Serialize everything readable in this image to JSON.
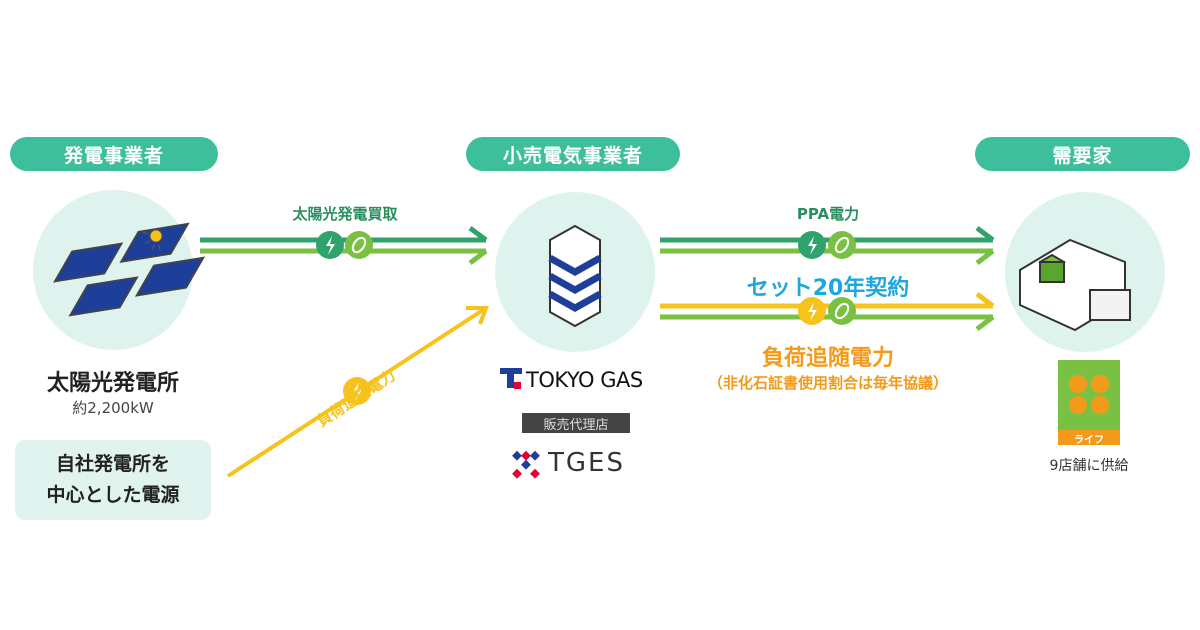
{
  "headers": {
    "generator": "発電事業者",
    "retailer": "小売電気事業者",
    "consumer": "需要家"
  },
  "solar": {
    "name": "太陽光発電所",
    "capacity": "約2,200kW"
  },
  "own_source": {
    "line1": "自社発電所を",
    "line2": "中心とした電源"
  },
  "flows": {
    "solar_purchase": "太陽光発電買取",
    "load_following_diag": "負荷追随電力",
    "ppa": "PPA電力",
    "contract": "セット20年契約",
    "load_following": "負荷追随電力",
    "load_following_note": "（非化石証書使用割合は毎年協議）"
  },
  "retailer": {
    "logo": "TOKYO GAS",
    "agent_label": "販売代理店",
    "agent_logo": "TGES"
  },
  "consumer": {
    "logo": "ライフ",
    "supply": "9店舗に供給"
  },
  "colors": {
    "pill": "#3dbf9c",
    "green_dark": "#2fa36b",
    "green_light": "#7ac143",
    "yellow": "#f7c21b",
    "orange": "#f39a1a",
    "blue": "#1ea6e0",
    "circle": "#dff3ee"
  }
}
